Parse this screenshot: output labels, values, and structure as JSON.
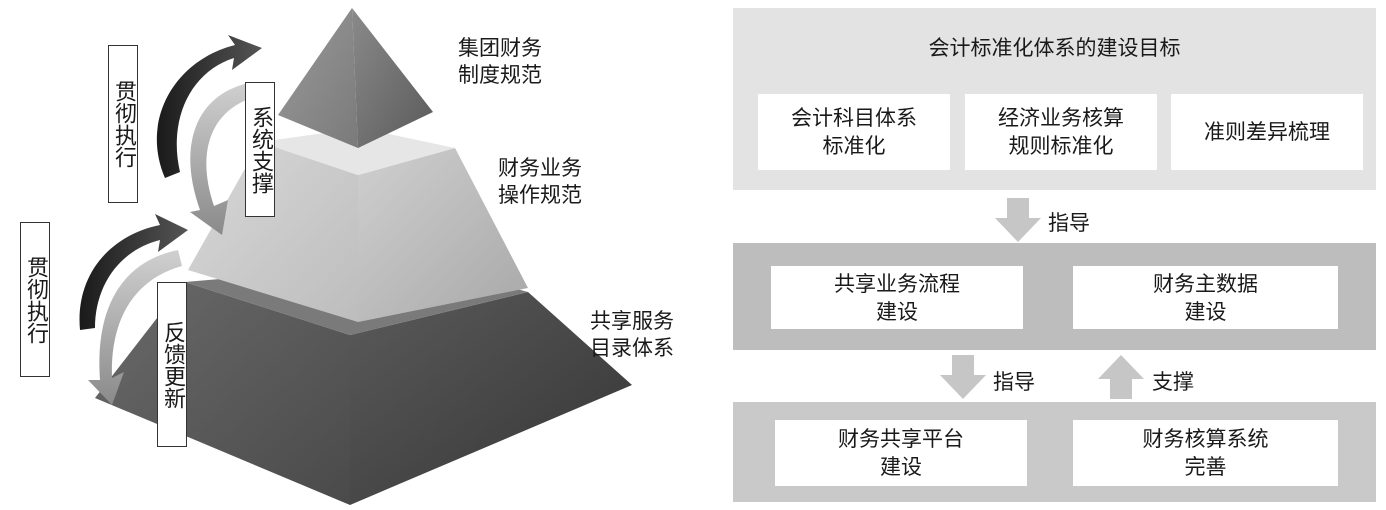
{
  "pyramid": {
    "layers": [
      {
        "label": "集团财务\n制度规范"
      },
      {
        "label": "财务业务\n操作规范"
      },
      {
        "label": "共享服务\n目录体系"
      }
    ],
    "side_labels": {
      "top_left": "贯彻执行",
      "top_right": "系统支撑",
      "bottom_left": "贯彻执行",
      "bottom_right": "反馈更新"
    }
  },
  "flow": {
    "top_panel": {
      "title": "会计标准化体系的建设目标",
      "boxes": [
        "会计科目体系\n标准化",
        "经济业务核算\n规则标准化",
        "准则差异梳理"
      ]
    },
    "arrow_1": {
      "label": "指导"
    },
    "middle_panel": {
      "boxes": [
        "共享业务流程\n建设",
        "财务主数据\n建设"
      ]
    },
    "arrow_2": {
      "label": "指导"
    },
    "arrow_3": {
      "label": "支撑"
    },
    "bottom_panel": {
      "boxes": [
        "财务共享平台\n建设",
        "财务核算系统\n完善"
      ]
    }
  }
}
